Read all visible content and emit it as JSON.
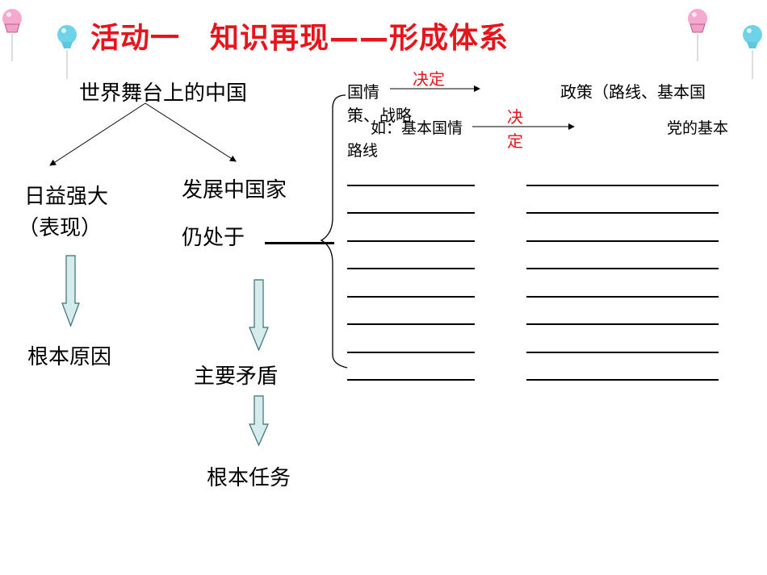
{
  "title": "活动一　知识再现——形成体系",
  "left": {
    "root": "世界舞台上的中国",
    "branch_left_1": "日益强大",
    "branch_left_2": "（表现）",
    "branch_left_result": "根本原因",
    "branch_right_1": "发展中国家",
    "branch_right_2_prefix": "仍处于",
    "branch_right_result_1": "主要矛盾",
    "branch_right_result_2": "根本任务"
  },
  "right": {
    "line1_start": "国情",
    "line1_arrow_label": "决定",
    "line1_end": "政策（路线、基本国",
    "line2_start": "策、战略",
    "line2_example": "如：基本国情",
    "line2_arrow_label_1": "决",
    "line2_arrow_label_2": "定",
    "line2_end": "党的基本",
    "line3": "路线",
    "blank_rows": 8
  },
  "colors": {
    "title": "#e8141b",
    "arrow_fill": "#d5ecec",
    "arrow_stroke": "#3b6e78"
  },
  "icons": [
    "pink-balloon-icon",
    "blue-balloon-icon"
  ]
}
